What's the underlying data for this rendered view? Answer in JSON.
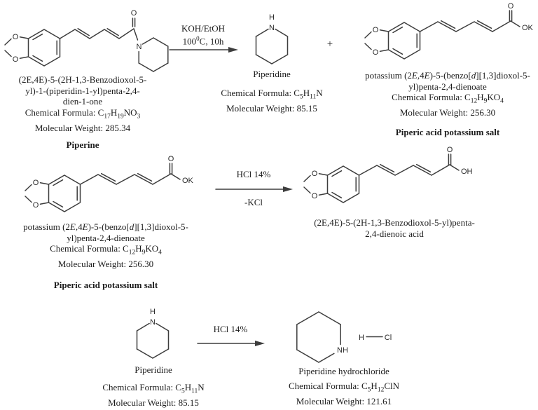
{
  "colors": {
    "background": "#ffffff",
    "text": "#1c1c1c",
    "bond": "#3d3d3d"
  },
  "atoms": {
    "o": "O",
    "n": "N",
    "h": "H",
    "ok": "OK",
    "oh": "OH",
    "nh": "NH",
    "cl": "Cl"
  },
  "operators": {
    "plus": "+"
  },
  "reactions": {
    "r1": {
      "above": "KOH/EtOH",
      "below_pre": "100",
      "below_sup": "0",
      "below_post": "C, 10h"
    },
    "r2": {
      "above": "HCl 14%",
      "below": "-KCl"
    },
    "r3": {
      "above": "HCl 14%"
    }
  },
  "compounds": {
    "piperine": {
      "line1": "(2E,4E)-5-(2H-1,3-Benzodioxol-5-",
      "line2": "yl)-1-(piperidin-1-yl)penta-2,4-",
      "line3": "dien-1-one",
      "formula_label": "Chemical Formula: C",
      "f_s1": "17",
      "f_t1": "H",
      "f_s2": "19",
      "f_t2": "NO",
      "f_s3": "3",
      "mw": "Molecular Weight: 285.34",
      "bold_name": "Piperine"
    },
    "piperidine": {
      "name": "Piperidine",
      "formula_label": "Chemical Formula: C",
      "f_s1": "5",
      "f_t1": "H",
      "f_s2": "11",
      "f_t2": "N",
      "mw": "Molecular Weight: 85.15"
    },
    "k_salt": {
      "n1": "potassium (2",
      "e1": "E",
      "n2": ",4",
      "e2": "E",
      "n3": ")-5-(benzo[",
      "d": "d",
      "n4": "][1,3]dioxol-5-",
      "line2": "yl)penta-2,4-dienoate",
      "formula_label": "Chemical Formula: C",
      "f_s1": "12",
      "f_t1": "H",
      "f_s2": "9",
      "f_t2": "KO",
      "f_s3": "4",
      "mw": "Molecular Weight: 256.30",
      "bold_name": "Piperic acid potassium salt"
    },
    "piperic_acid": {
      "line1": "(2E,4E)-5-(2H-1,3-Benzodioxol-5-yl)penta-",
      "line2": "2,4-dienoic acid"
    },
    "piperidine_hcl": {
      "name": "Piperidine hydrochloride",
      "formula_label": "Chemical Formula: C",
      "f_s1": "5",
      "f_t1": "H",
      "f_s2": "12",
      "f_t2": "ClN",
      "mw": "Molecular Weight: 121.61"
    }
  }
}
